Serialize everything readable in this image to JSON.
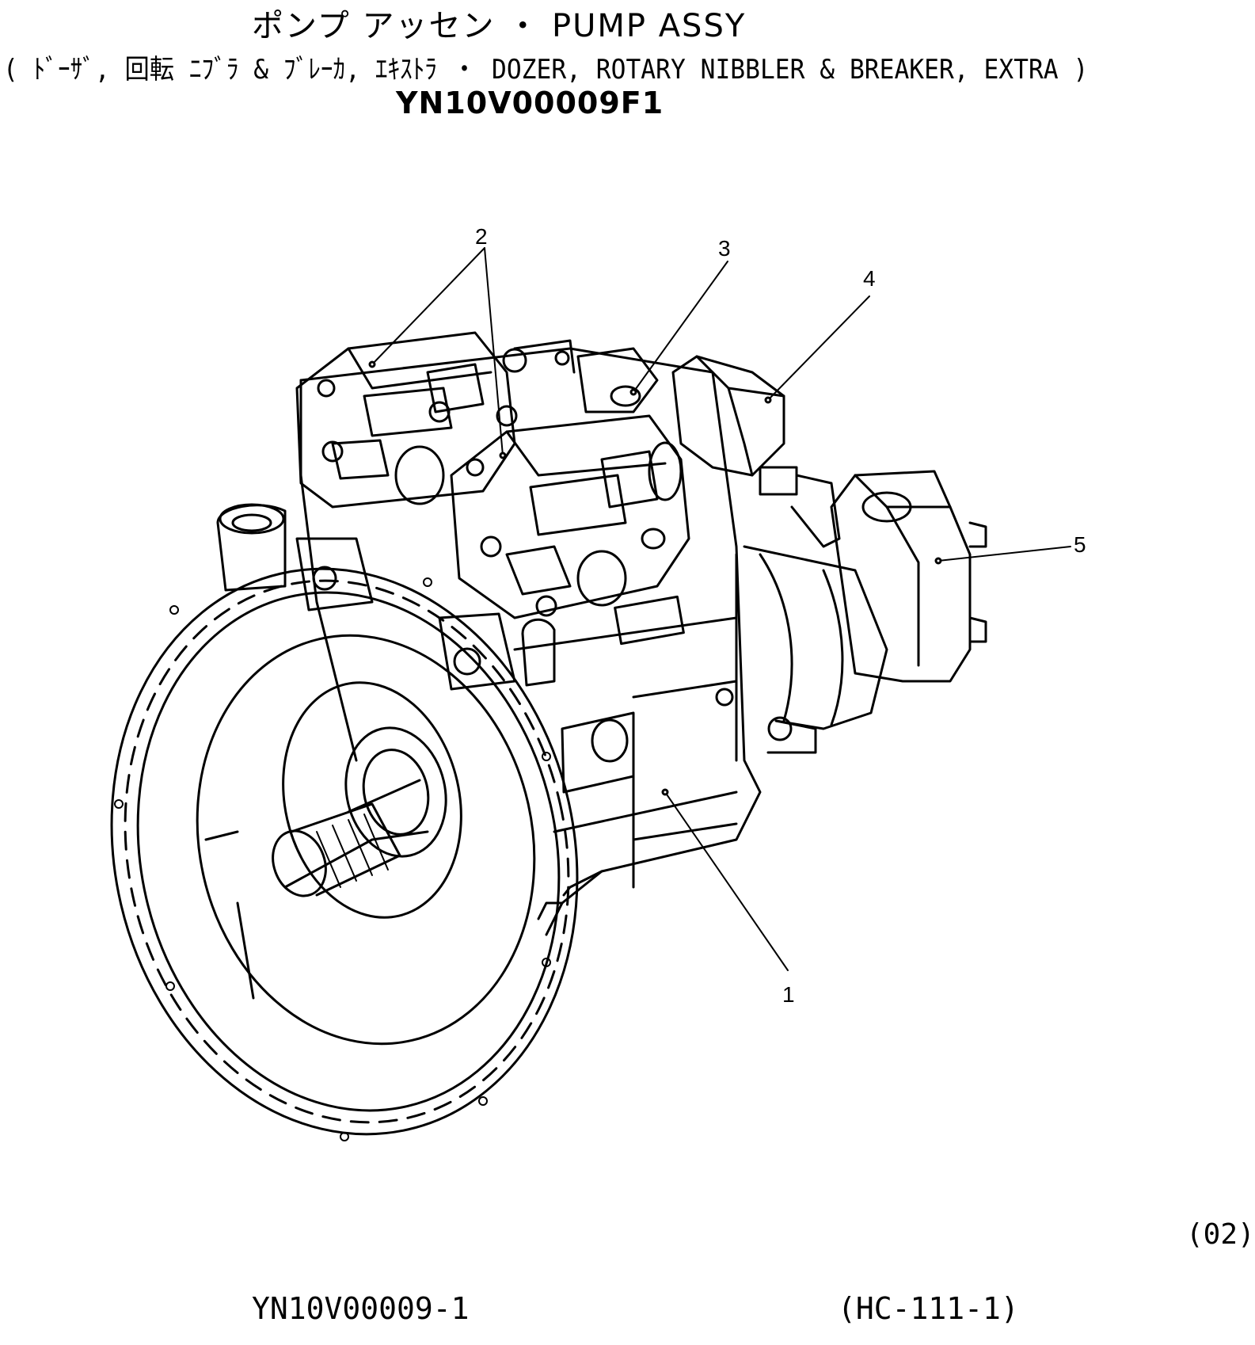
{
  "header": {
    "title": "ポンプ アッセン ・ PUMP ASSY",
    "subtitle": "( ﾄﾞｰｻﾞ, 回転 ﾆﾌﾞﾗ & ﾌﾞﾚｰｶ, ｴｷｽﾄﾗ ・ DOZER, ROTARY NIBBLER & BREAKER, EXTRA )",
    "code": "YN10V00009F1"
  },
  "callouts": [
    {
      "id": "1",
      "label": "1"
    },
    {
      "id": "2",
      "label": "2"
    },
    {
      "id": "3",
      "label": "3"
    },
    {
      "id": "4",
      "label": "4"
    },
    {
      "id": "5",
      "label": "5"
    }
  ],
  "footer": {
    "page_number": "(02)",
    "figure_id": "YN10V00009-1",
    "figure_ref": "(HC-111-1)"
  }
}
